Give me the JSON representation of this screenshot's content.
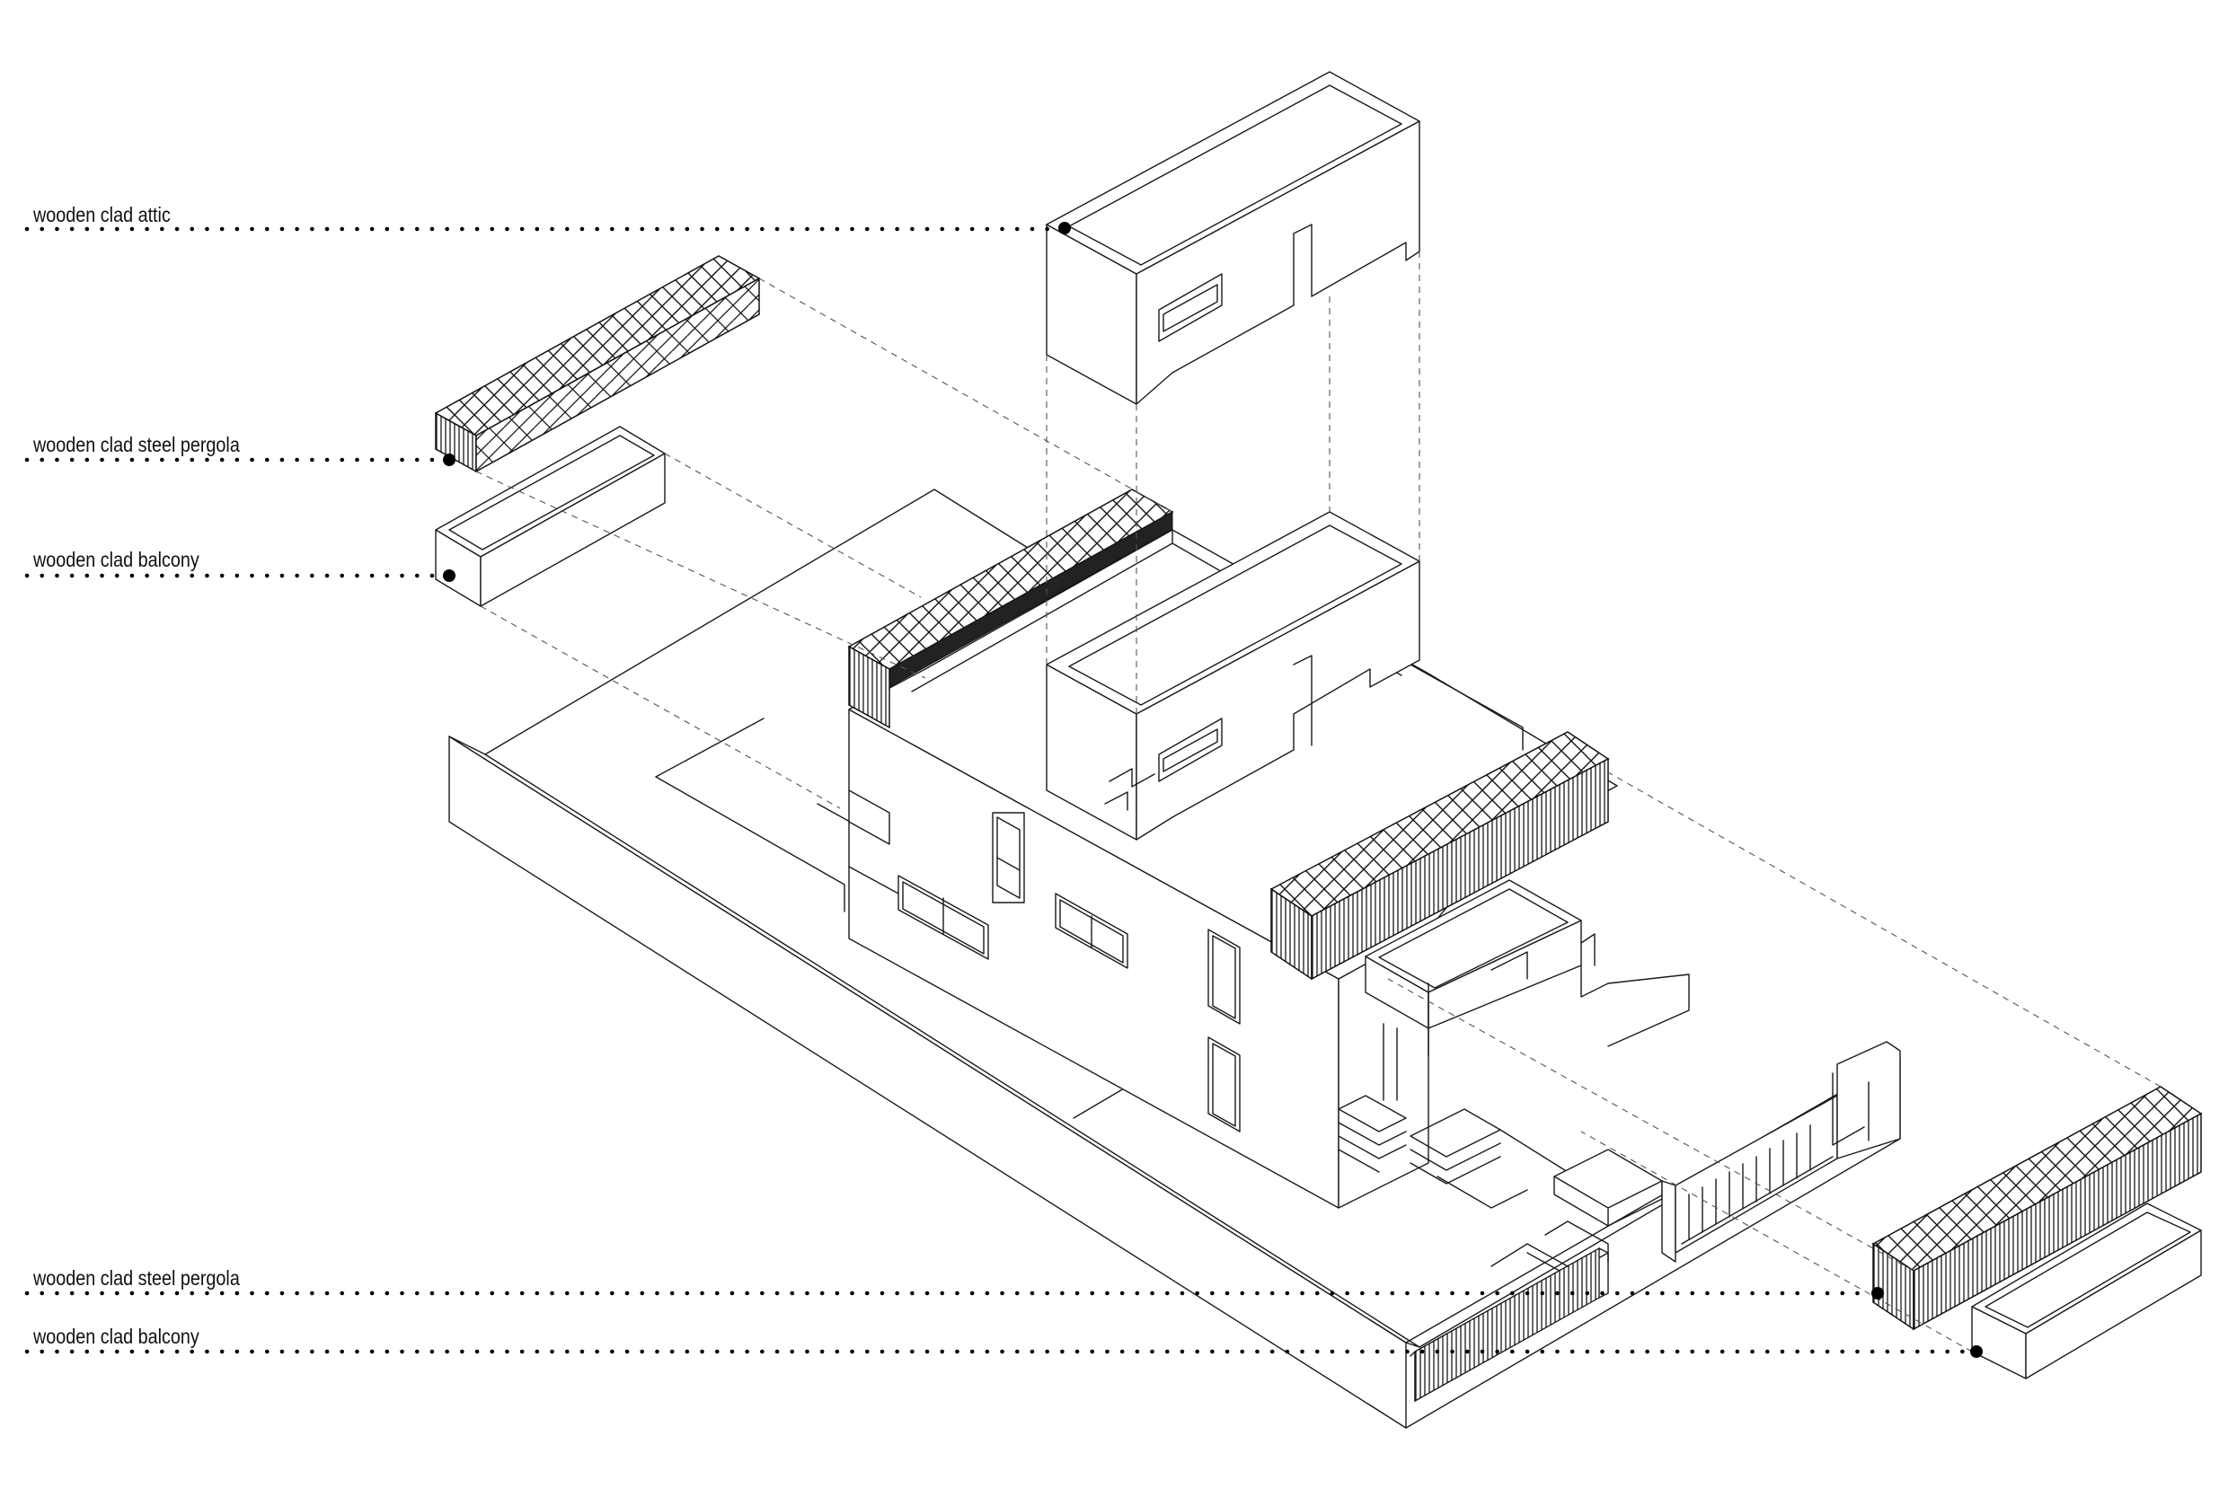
{
  "annotations": {
    "attic": {
      "label": "wooden clad attic"
    },
    "pergola_upper": {
      "label": "wooden clad steel pergola"
    },
    "balcony_upper": {
      "label": "wooden clad balcony"
    },
    "pergola_lower": {
      "label": "wooden clad steel pergola"
    },
    "balcony_lower": {
      "label": "wooden clad balcony"
    }
  },
  "colors": {
    "line": "#1a1a1a",
    "background": "#ffffff",
    "leader_dots": "#000000"
  }
}
